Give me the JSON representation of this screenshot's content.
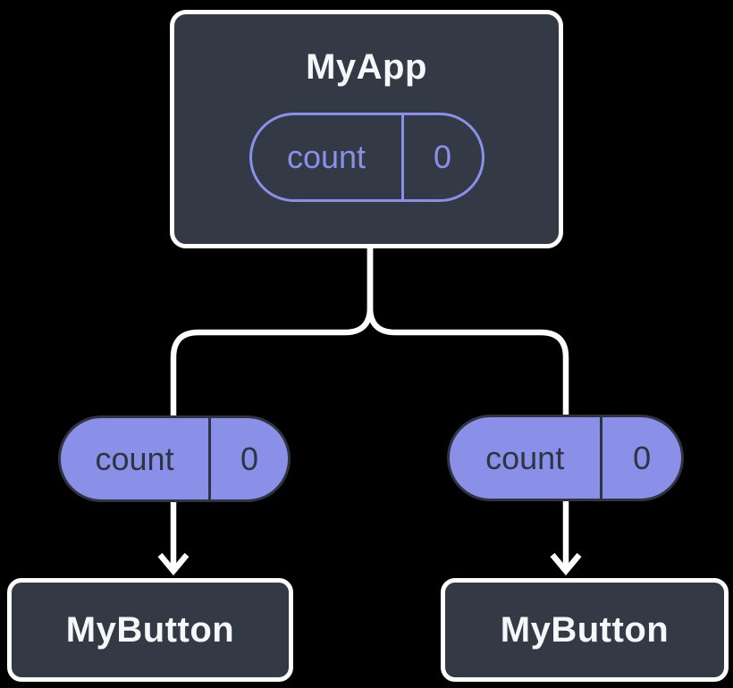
{
  "diagram": {
    "background": "#000000",
    "colors": {
      "node_fill": "#333a46",
      "node_border": "#ffffff",
      "node_text": "#f6f7f9",
      "pill_purple": "#8a90e8",
      "pill_dark": "#2f3540",
      "connector": "#ffffff"
    },
    "root": {
      "title": "MyApp",
      "state_pill": {
        "label": "count",
        "value": "0"
      }
    },
    "left_branch": {
      "prop_pill": {
        "label": "count",
        "value": "0"
      },
      "node": {
        "title": "MyButton"
      }
    },
    "right_branch": {
      "prop_pill": {
        "label": "count",
        "value": "0"
      },
      "node": {
        "title": "MyButton"
      }
    }
  }
}
